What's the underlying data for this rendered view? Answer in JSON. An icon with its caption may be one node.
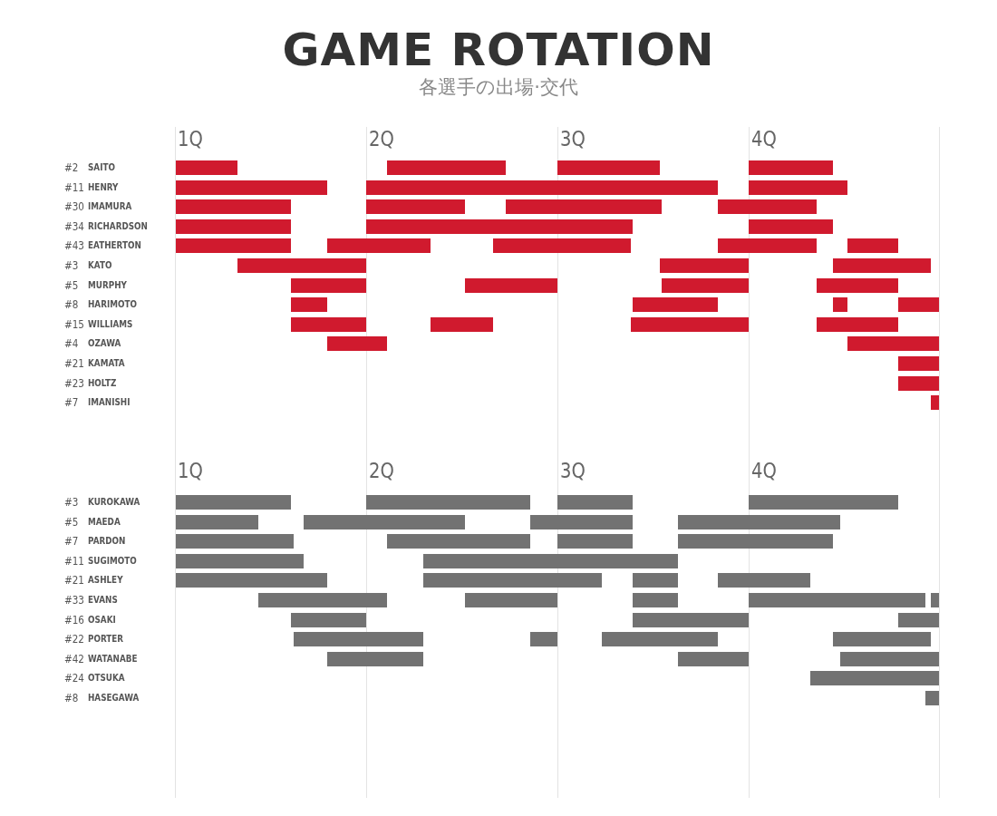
{
  "diagram": {
    "title": "GAME ROTATION",
    "labels": [
      "各選手の出場·交代",
      "1Q",
      "2Q",
      "3Q",
      "4Q",
      "#2",
      "SAITO",
      "#11",
      "HENRY",
      "#30",
      "IMAMURA",
      "#34",
      "RICHARDSON",
      "#43",
      "EATHERTON",
      "#3",
      "KATO",
      "#5",
      "MURPHY",
      "#8",
      "HARIMOTO",
      "#15",
      "WILLIAMS",
      "#4",
      "OZAWA",
      "#21",
      "KAMATA",
      "#23",
      "HOLTZ",
      "#7",
      "IMANISHI",
      "1Q",
      "2Q",
      "3Q",
      "4Q",
      "#3",
      "KUROKAWA",
      "#5",
      "MAEDA",
      "#7",
      "PARDON",
      "#11",
      "SUGIMOTO",
      "#21",
      "ASHLEY",
      "#33",
      "EVANS",
      "#16",
      "OSAKI",
      "#22",
      "PORTER",
      "#42",
      "WATANABE",
      "#24",
      "OTSUKA",
      "#8",
      "HASEGAWA"
    ]
  }
}
